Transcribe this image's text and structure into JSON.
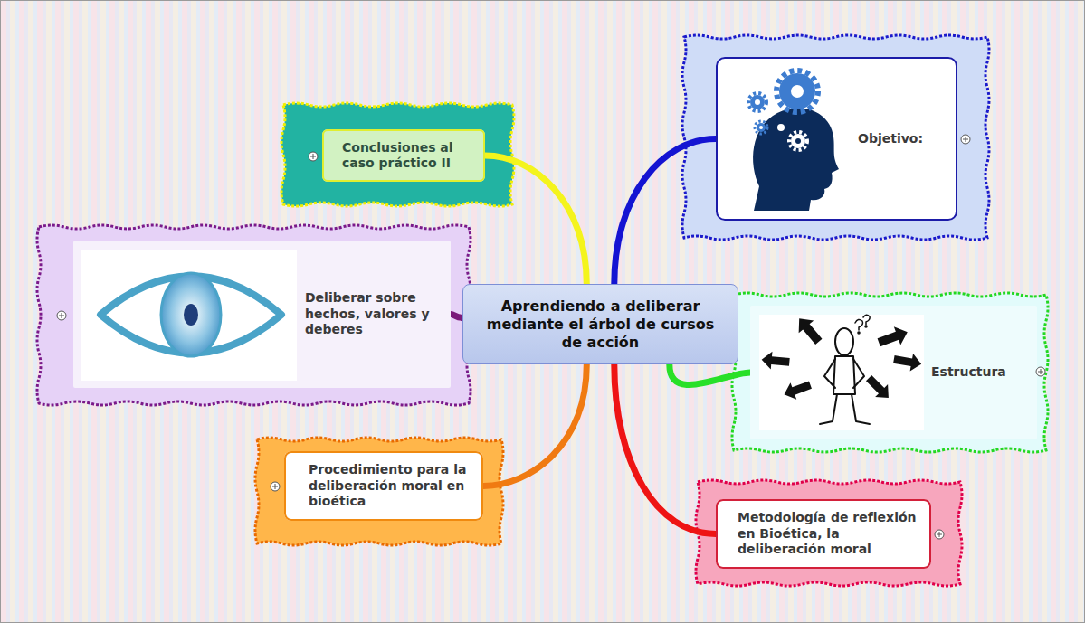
{
  "diagram": {
    "nodes": [
      {
        "text": [
          "Aprendiendo a deliberar mediante el árbol de cursos de acción"
        ]
      },
      {
        "text": [
          "Conclusiones al caso práctico II"
        ]
      },
      {
        "text": [
          "Objetivo:"
        ]
      },
      {
        "text": [
          "Deliberar sobre hechos, valores y deberes"
        ]
      },
      {
        "text": [
          "Estructura"
        ]
      },
      {
        "text": [
          "Procedimiento para la deliberación moral en bioética"
        ]
      },
      {
        "text": [
          "Metodología de reflexión en Bioética, la deliberación moral"
        ]
      }
    ],
    "edges": [
      {
        "from": 0,
        "to": 1,
        "arrow": "none"
      },
      {
        "from": 0,
        "to": 2,
        "arrow": "none"
      },
      {
        "from": 0,
        "to": 3,
        "arrow": "none"
      },
      {
        "from": 0,
        "to": 4,
        "arrow": "none"
      },
      {
        "from": 0,
        "to": 5,
        "arrow": "none"
      },
      {
        "from": 0,
        "to": 6,
        "arrow": "none"
      }
    ]
  }
}
